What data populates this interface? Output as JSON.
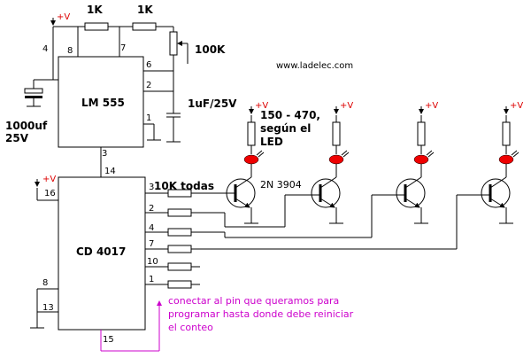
{
  "chips": {
    "timer": "LM 555",
    "counter": "CD 4017"
  },
  "resistors": {
    "r1": "1K",
    "r2": "1K",
    "pot": "100K",
    "led_resistor": "150 - 470,",
    "led_resistor_line2": "según el",
    "led_resistor_line3": "LED",
    "base_resistors": "10K todas"
  },
  "capacitors": {
    "c_timing": "1uF/25V",
    "c_supply_line1": "1000uf",
    "c_supply_line2": "25V"
  },
  "transistor": "2N 3904",
  "supply": "+V",
  "website": "www.ladelec.com",
  "pins_555": [
    "4",
    "8",
    "7",
    "6",
    "2",
    "1",
    "3"
  ],
  "pins_4017": [
    "16",
    "14",
    "3",
    "2",
    "4",
    "7",
    "10",
    "1",
    "8",
    "13",
    "15"
  ],
  "note": {
    "line1": "conectar al pin que queramos para",
    "line2": "programar hasta donde debe reiniciar",
    "line3": "el conteo"
  },
  "colors": {
    "supply_label": "#dd0000",
    "led": "#ee0000",
    "note": "#cc00cc",
    "wire": "#000000"
  }
}
